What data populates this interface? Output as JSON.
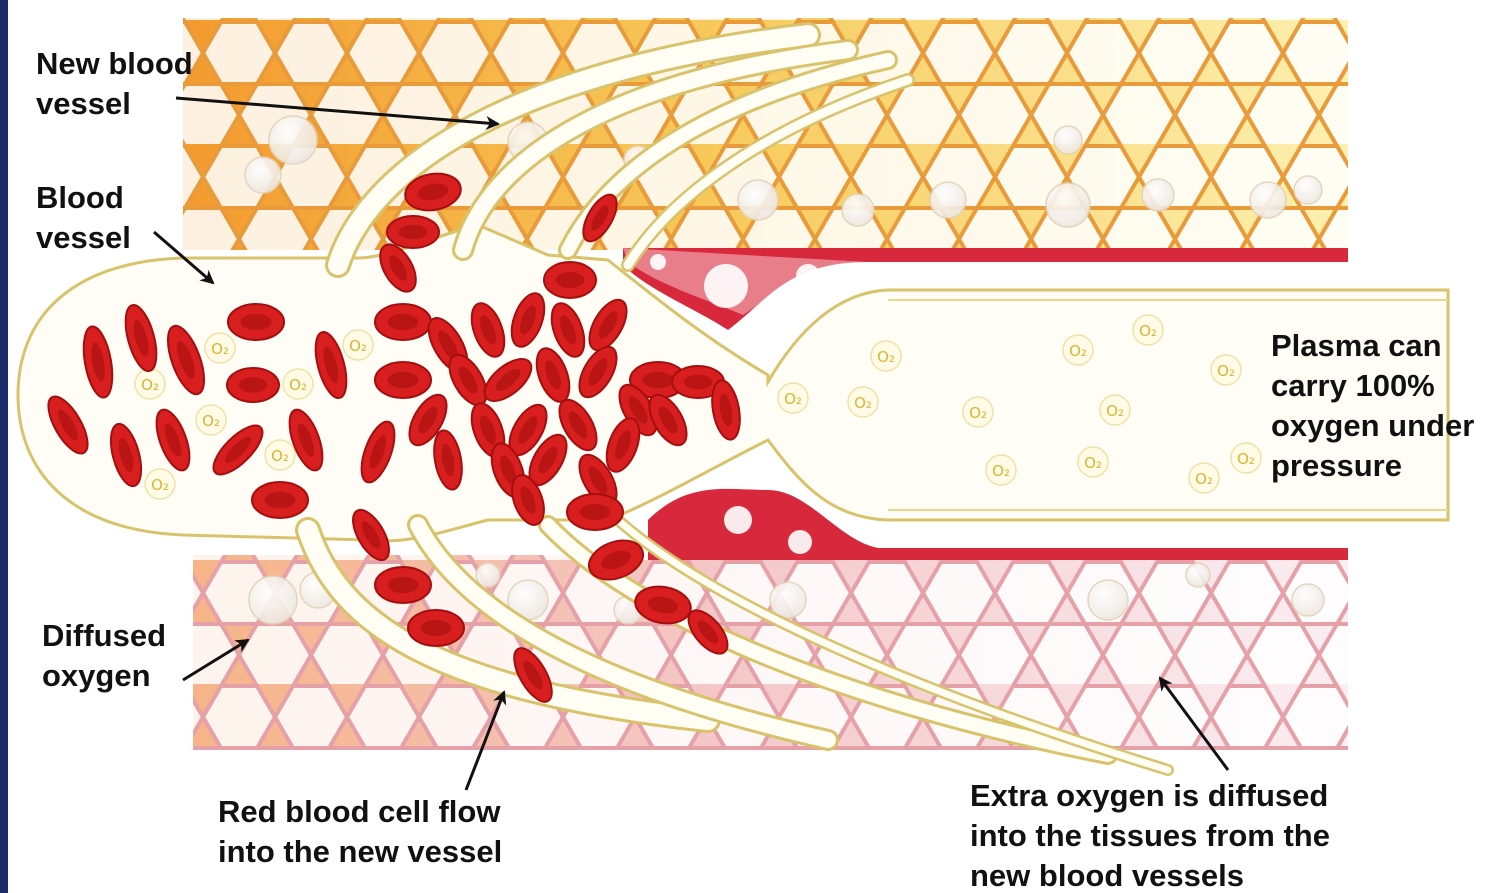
{
  "labels": {
    "new_vessel": "New blood\nvessel",
    "blood_vessel": "Blood\nvessel",
    "diffused_oxygen": "Diffused\noxygen",
    "plasma": "Plasma can\ncarry 100%\noxygen under\npressure",
    "rbc_flow": "Red blood cell flow\ninto the new vessel",
    "extra_oxygen": "Extra oxygen is diffused\ninto the tissues from the\nnew blood vessels"
  },
  "o2_symbol": "O₂",
  "colors": {
    "background": "#1b2a6b",
    "red_cell": "#d81e1e",
    "red_cell_dark": "#a30f0f",
    "vessel_outline": "#d8c36a",
    "tissue_orange": "#f5a638",
    "tissue_yellow": "#f9e28a",
    "tissue_pink": "#e7a6b8"
  }
}
